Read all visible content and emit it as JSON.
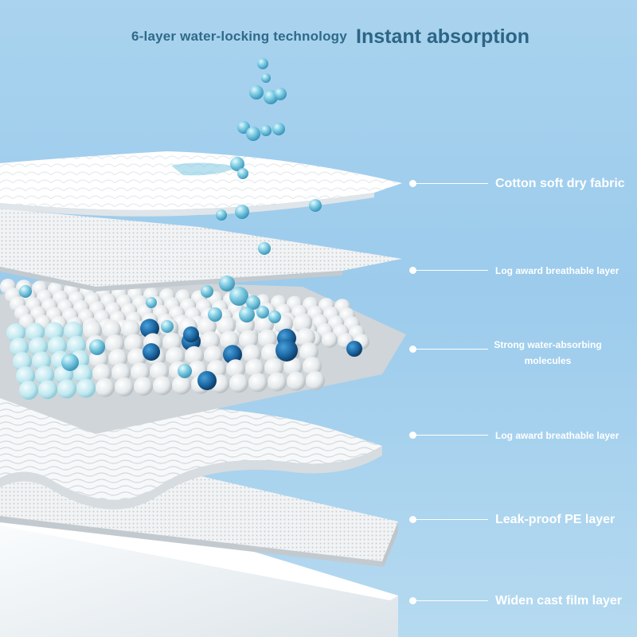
{
  "header": {
    "title_left": "6-layer water-locking technology",
    "title_right": "Instant absorption"
  },
  "layers": [
    {
      "label": "Cotton soft dry fabric"
    },
    {
      "label": "Log award breathable layer"
    },
    {
      "label": "Strong water-absorbing molecules"
    },
    {
      "label": "Log award breathable layer"
    },
    {
      "label": "Leak-proof PE layer"
    },
    {
      "label": "Widen cast film layer"
    }
  ],
  "colors": {
    "background": "#a9d3ee",
    "title": "#2f6a88",
    "callout": "#ffffff",
    "water_drop": "#5fb4d4",
    "absorbent_bead": "#1f6fa8",
    "light_bead": "#bfe7ef"
  }
}
